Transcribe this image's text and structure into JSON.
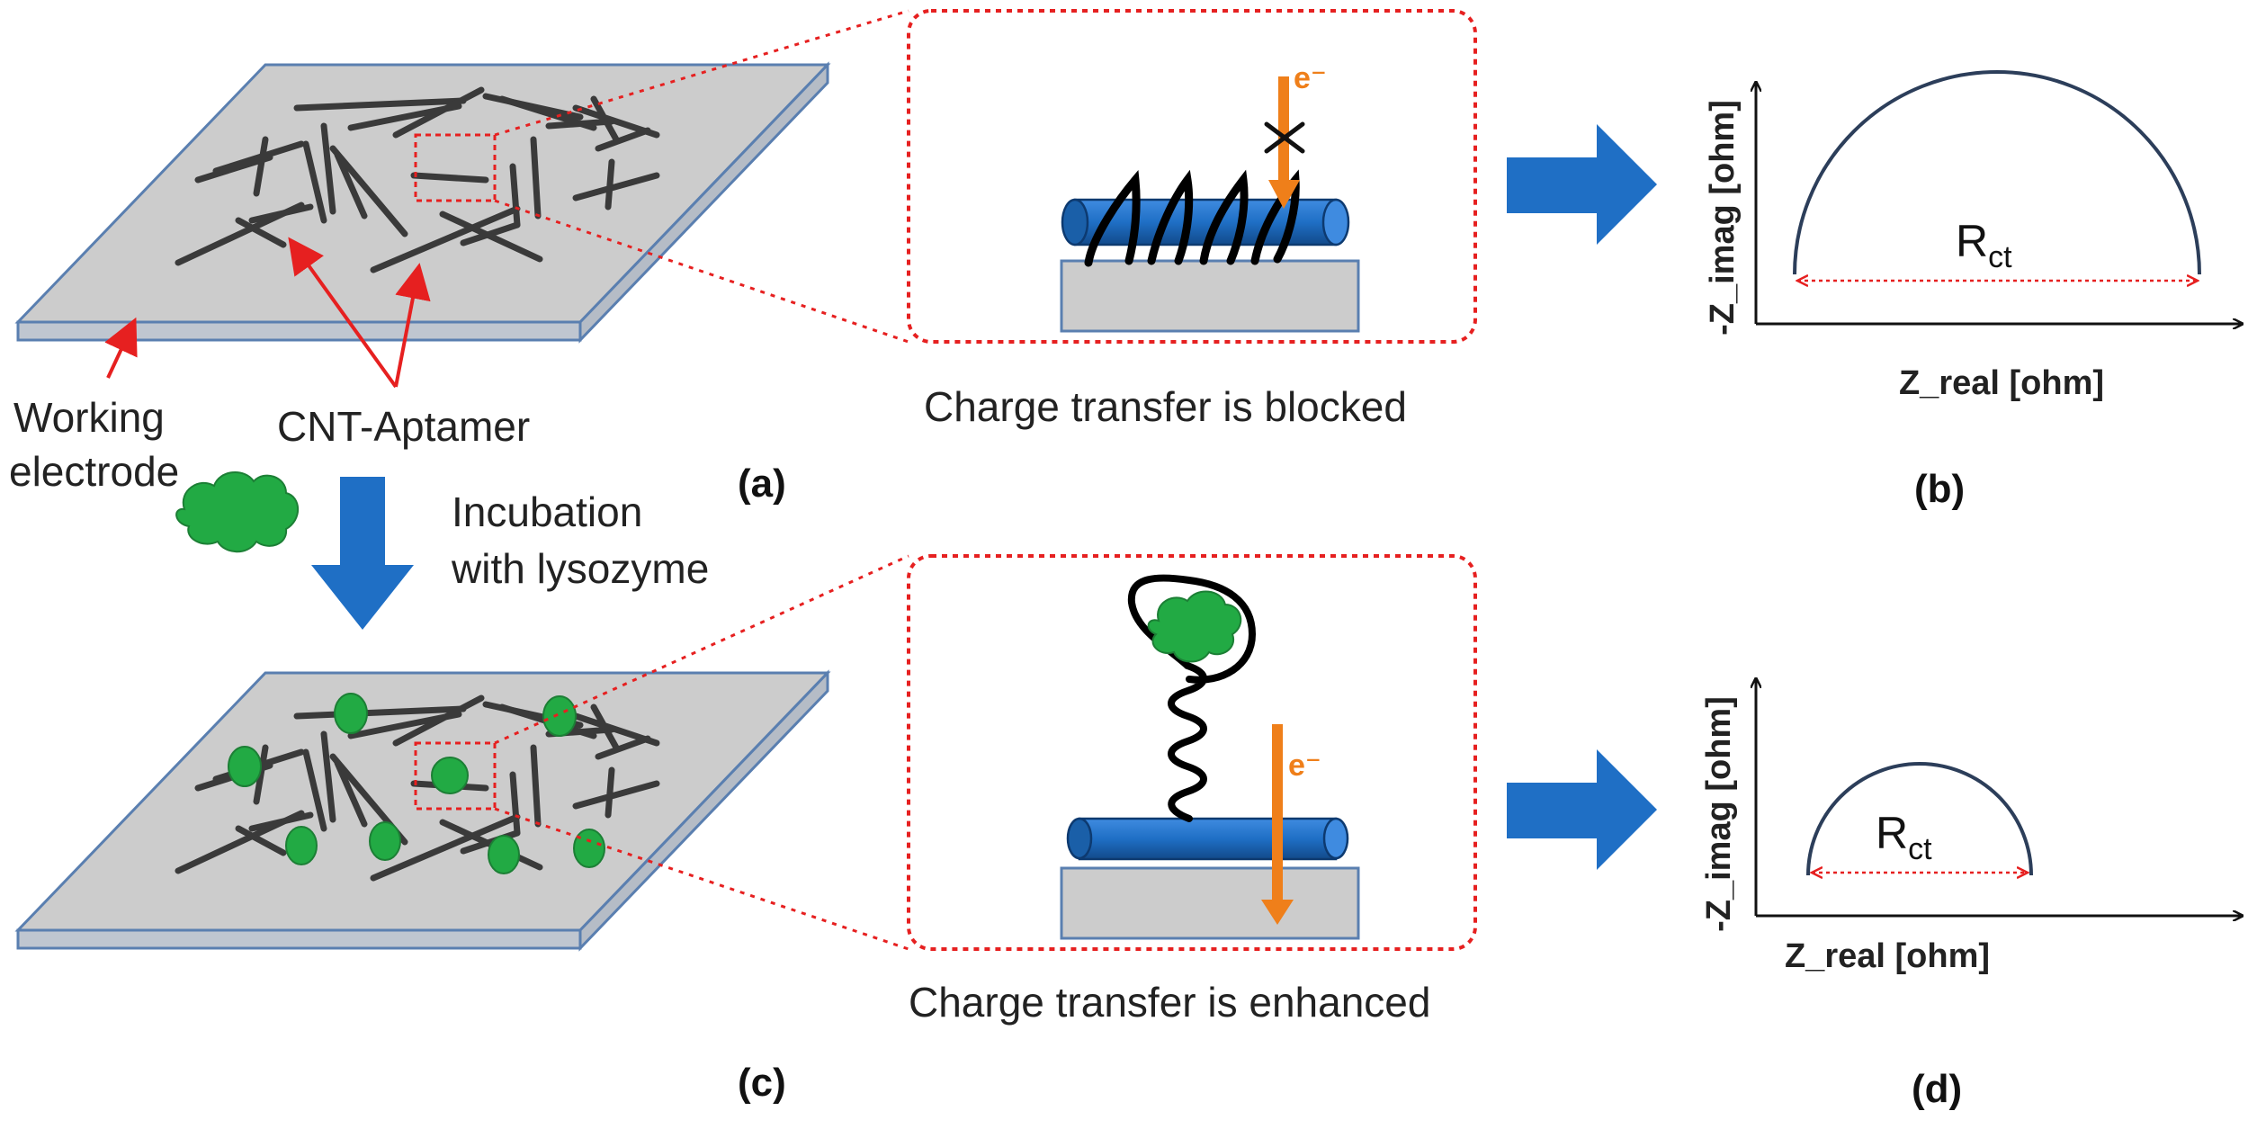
{
  "labels": {
    "working_electrode_line1": "Working",
    "working_electrode_line2": "electrode",
    "cnt_aptamer": "CNT-Aptamer",
    "incubation_line1": "Incubation",
    "incubation_line2": "with lysozyme",
    "blocked": "Charge transfer is blocked",
    "enhanced": "Charge transfer is enhanced",
    "electron": "e⁻"
  },
  "panels": {
    "a": "(a)",
    "b": "(b)",
    "c": "(c)",
    "d": "(d)"
  },
  "plots": {
    "top": {
      "ylabel": "-Z_imag [ohm]",
      "xlabel": "Z_real [ohm]",
      "rct_main": "R",
      "rct_sub": "ct"
    },
    "bottom": {
      "ylabel": "-Z_imag [ohm]",
      "xlabel": "Z_real [ohm]",
      "rct_main": "R",
      "rct_sub": "ct"
    }
  },
  "colors": {
    "electrode_gray": "#cccccc",
    "cnt_blue": "#1f6fc5",
    "arrow_blue": "#1f6fc5",
    "lysozyme_green": "#22aa44",
    "electron_orange": "#ef7f1a",
    "zoom_red": "#e62020"
  }
}
